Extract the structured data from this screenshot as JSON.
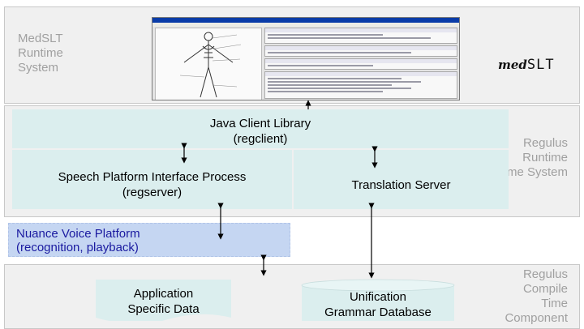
{
  "labels": {
    "medslt_runtime": [
      "MedSLT",
      "Runtime",
      "System"
    ],
    "regulus_runtime": [
      "Regulus",
      "Runtime",
      "Time System"
    ],
    "regulus_compile": [
      "Regulus",
      "Compile",
      "Time",
      "Component"
    ]
  },
  "logo": {
    "prefix": "med",
    "suffix": "SLT"
  },
  "components": {
    "java_client": [
      "Java Client Library",
      "(regclient)"
    ],
    "speech_platform": [
      "Speech Platform Interface Process",
      "(regserver)"
    ],
    "translation_server": "Translation Server",
    "nuance": [
      "Nuance Voice Platform",
      "(recognition, playback)"
    ],
    "app_data": [
      "Application",
      "Specific Data"
    ],
    "grammar_db": [
      "Unification",
      "Grammar Database"
    ]
  },
  "colors": {
    "band": "#f0f0f0",
    "box_fill": "#dbeeee",
    "nuance_fill": "#c5d6f2",
    "nuance_text": "#1a1aa0",
    "gray_label": "#a0a0a0"
  }
}
